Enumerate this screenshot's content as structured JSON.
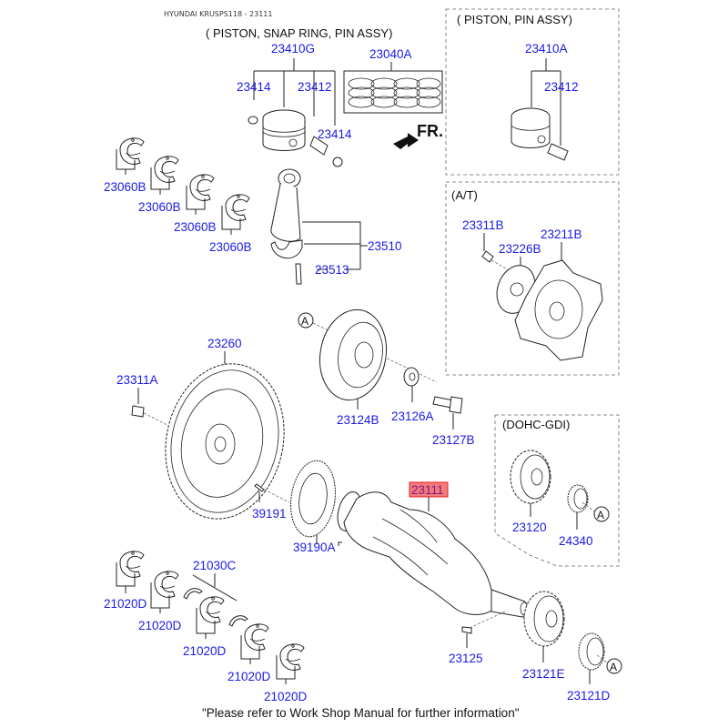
{
  "header": {
    "title": "HYUNDAI KRUSPS118 - 23111"
  },
  "sections": {
    "piston_snap_ring": "( PISTON, SNAP RING, PIN ASSY)",
    "piston_pin": "( PISTON, PIN ASSY)",
    "at": "(A/T)",
    "dohc_gdi": "(DOHC-GDI)"
  },
  "direction_marker": "FR.",
  "reference_marker": "A",
  "highlight": {
    "part": "23111",
    "fill": "#f47a7a",
    "border": "#e02020"
  },
  "colors": {
    "label": "#1a1ae6",
    "highlight_text": "#7a1a8a"
  },
  "parts": {
    "p23410G": "23410G",
    "p23040A": "23040A",
    "p23414_left": "23414",
    "p23412_left": "23412",
    "p23414_right": "23414",
    "p23410A": "23410A",
    "p23412_right": "23412",
    "p23060B_1": "23060B",
    "p23060B_2": "23060B",
    "p23060B_3": "23060B",
    "p23060B_4": "23060B",
    "p23510": "23510",
    "p23513": "23513",
    "p23311B": "23311B",
    "p23226B": "23226B",
    "p23211B": "23211B",
    "p23260": "23260",
    "p23311A": "23311A",
    "p23124B": "23124B",
    "p23126A": "23126A",
    "p23127B": "23127B",
    "p39191": "39191",
    "p39190A": "39190A",
    "p23111": "23111",
    "p23120": "23120",
    "p24340": "24340",
    "p21030C": "21030C",
    "p21020D_1": "21020D",
    "p21020D_2": "21020D",
    "p21020D_3": "21020D",
    "p21020D_4": "21020D",
    "p21020D_5": "21020D",
    "p23125": "23125",
    "p23121E": "23121E",
    "p23121D": "23121D"
  },
  "footer": "\"Please refer to Work Shop Manual for further information\""
}
